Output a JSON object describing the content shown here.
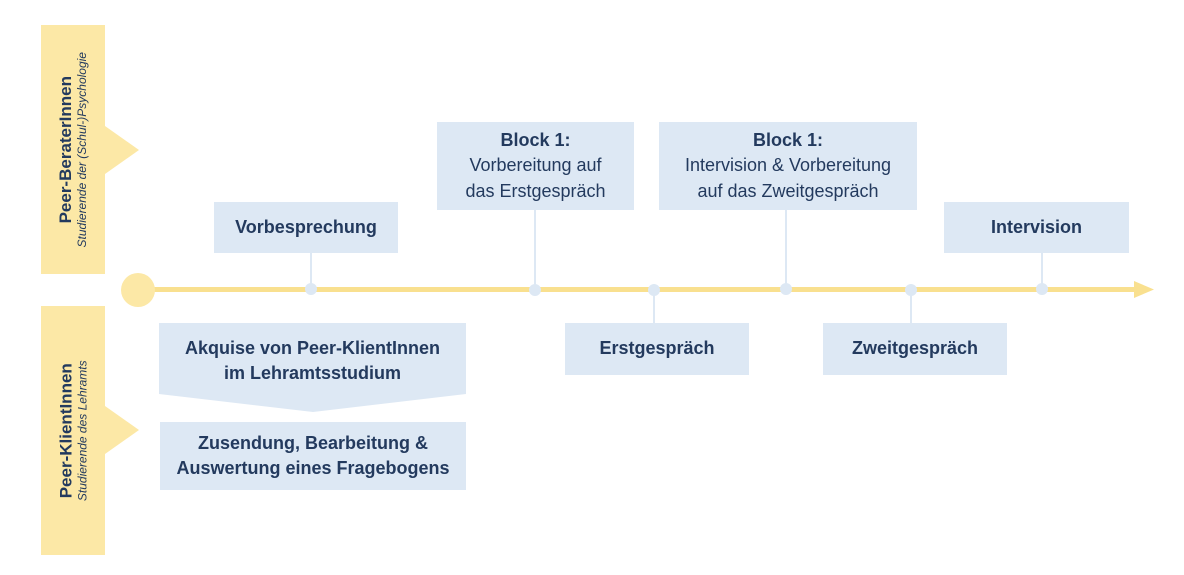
{
  "lanes": {
    "top": {
      "title": "Peer-BeraterInnen",
      "subtitle": "Studierende der (Schul-)Psychologie"
    },
    "bottom": {
      "title": "Peer-KlientInnen",
      "subtitle": "Studierende des Lehramts"
    }
  },
  "steps": {
    "vorbesprechung": "Vorbesprechung",
    "block1a_title": "Block 1:",
    "block1a_line1": "Vorbereitung auf",
    "block1a_line2": "das Erstgespräch",
    "block1b_title": "Block 1:",
    "block1b_line1": "Intervision & Vorbereitung",
    "block1b_line2": "auf das Zweitgespräch",
    "intervision": "Intervision",
    "erstgespraech": "Erstgespräch",
    "zweitgespraech": "Zweitgespräch",
    "akquise_line1": "Akquise von Peer-KlientInnen",
    "akquise_line2": "im Lehramtsstudium",
    "zusendung_line1": "Zusendung, Bearbeitung &",
    "zusendung_line2": "Auswertung eines Fragebogens"
  },
  "colors": {
    "lane": "#fce8a6",
    "timeline": "#f9e08f",
    "box": "#dde8f4",
    "connector": "#dde8f4",
    "text": "#233a5e"
  }
}
